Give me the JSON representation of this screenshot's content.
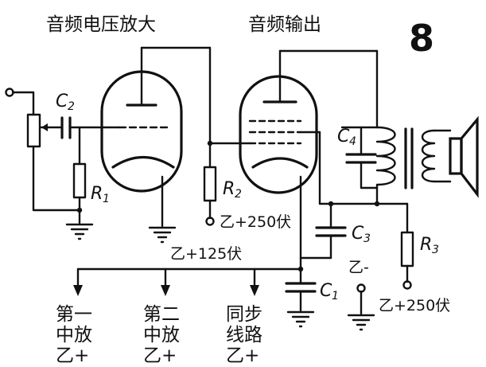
{
  "header": {
    "left_title": "音频电压放大",
    "right_title": "音频输出",
    "page_number": "8"
  },
  "components": {
    "c2": {
      "letter": "C",
      "sub": "2"
    },
    "r1": {
      "letter": "R",
      "sub": "1"
    },
    "r2": {
      "letter": "R",
      "sub": "2"
    },
    "r3": {
      "letter": "R",
      "sub": "3"
    },
    "c1": {
      "letter": "C",
      "sub": "1"
    },
    "c3": {
      "letter": "C",
      "sub": "3"
    },
    "c4": {
      "letter": "C",
      "sub": "4"
    }
  },
  "voltages": {
    "b250_mid": "乙+250伏",
    "b250_right": "乙+250伏",
    "b125": "乙+125伏",
    "b_minus": "乙-"
  },
  "branches": [
    {
      "line1": "第一",
      "line2": "中放",
      "line3": "乙+"
    },
    {
      "line1": "第二",
      "line2": "中放",
      "line3": "乙+"
    },
    {
      "line1": "同步",
      "line2": "线路",
      "line3": "乙+"
    }
  ],
  "colors": {
    "ink": "#111111",
    "paper": "#ffffff"
  }
}
